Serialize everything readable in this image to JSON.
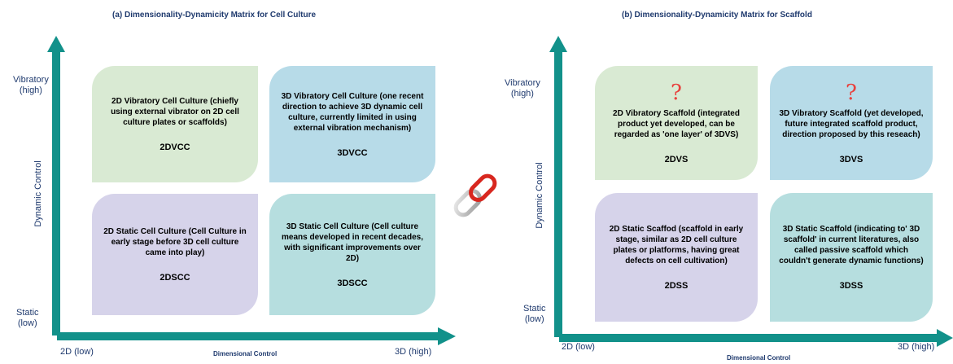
{
  "colors": {
    "axis": "#12918a",
    "title": "#1f3a6e",
    "green": "#d9ead3",
    "blue": "#b7dbe8",
    "purple": "#d6d3ea",
    "teal": "#b6dedf",
    "question": "#e8413d"
  },
  "left": {
    "title": "(a) Dimensionality-Dynamicity Matrix for Cell Culture",
    "y_axis": {
      "label": "Dynamic Control",
      "top": "Vibratory\n(high)",
      "bottom": "Static\n(low)"
    },
    "x_axis": {
      "label": "Dimensional Control",
      "left": "2D (low)",
      "right": "3D (high)"
    },
    "cells": {
      "tl": {
        "desc": "2D Vibratory Cell Culture (chiefly using external vibrator on 2D cell culture plates or scaffolds)",
        "code": "2DVCC"
      },
      "tr": {
        "desc": "3D Vibratory Cell Culture (one recent direction to achieve 3D dynamic cell culture, currently limited in using external vibration mechanism)",
        "code": "3DVCC"
      },
      "bl": {
        "desc": "2D Static Cell Culture (Cell Culture in early stage before 3D cell culture came into play)",
        "code": "2DSCC"
      },
      "br": {
        "desc": "3D Static Cell Culture (Cell culture means developed in recent decades, with significant improvements over 2D)",
        "code": "3DSCC"
      }
    }
  },
  "right": {
    "title": "(b) Dimensionality-Dynamicity Matrix for Scaffold",
    "y_axis": {
      "label": "Dynamic Control",
      "top": "Vibratory\n(high)",
      "bottom": "Static\n(low)"
    },
    "x_axis": {
      "label": "Dimensional Control",
      "left": "2D (low)",
      "right": "3D (high)"
    },
    "cells": {
      "tl": {
        "mark": "?",
        "desc": "2D Vibratory Scaffold (integrated product yet developed, can be regarded as 'one layer' of 3DVS)",
        "code": "2DVS"
      },
      "tr": {
        "mark": "?",
        "desc": "3D Vibratory Scaffold (yet developed, future integrated scaffold product, direction proposed by this reseach)",
        "code": "3DVS"
      },
      "bl": {
        "desc": "2D Static Scaffod (scaffold in early stage, similar as 2D cell culture plates or platforms, having great defects on cell cultivation)",
        "code": "2DSS"
      },
      "br": {
        "desc": "3D Static Scaffold (indicating to' 3D scaffold' in current literatures, also called passive scaffold which couldn't generate dynamic functions)",
        "code": "3DSS"
      }
    }
  }
}
